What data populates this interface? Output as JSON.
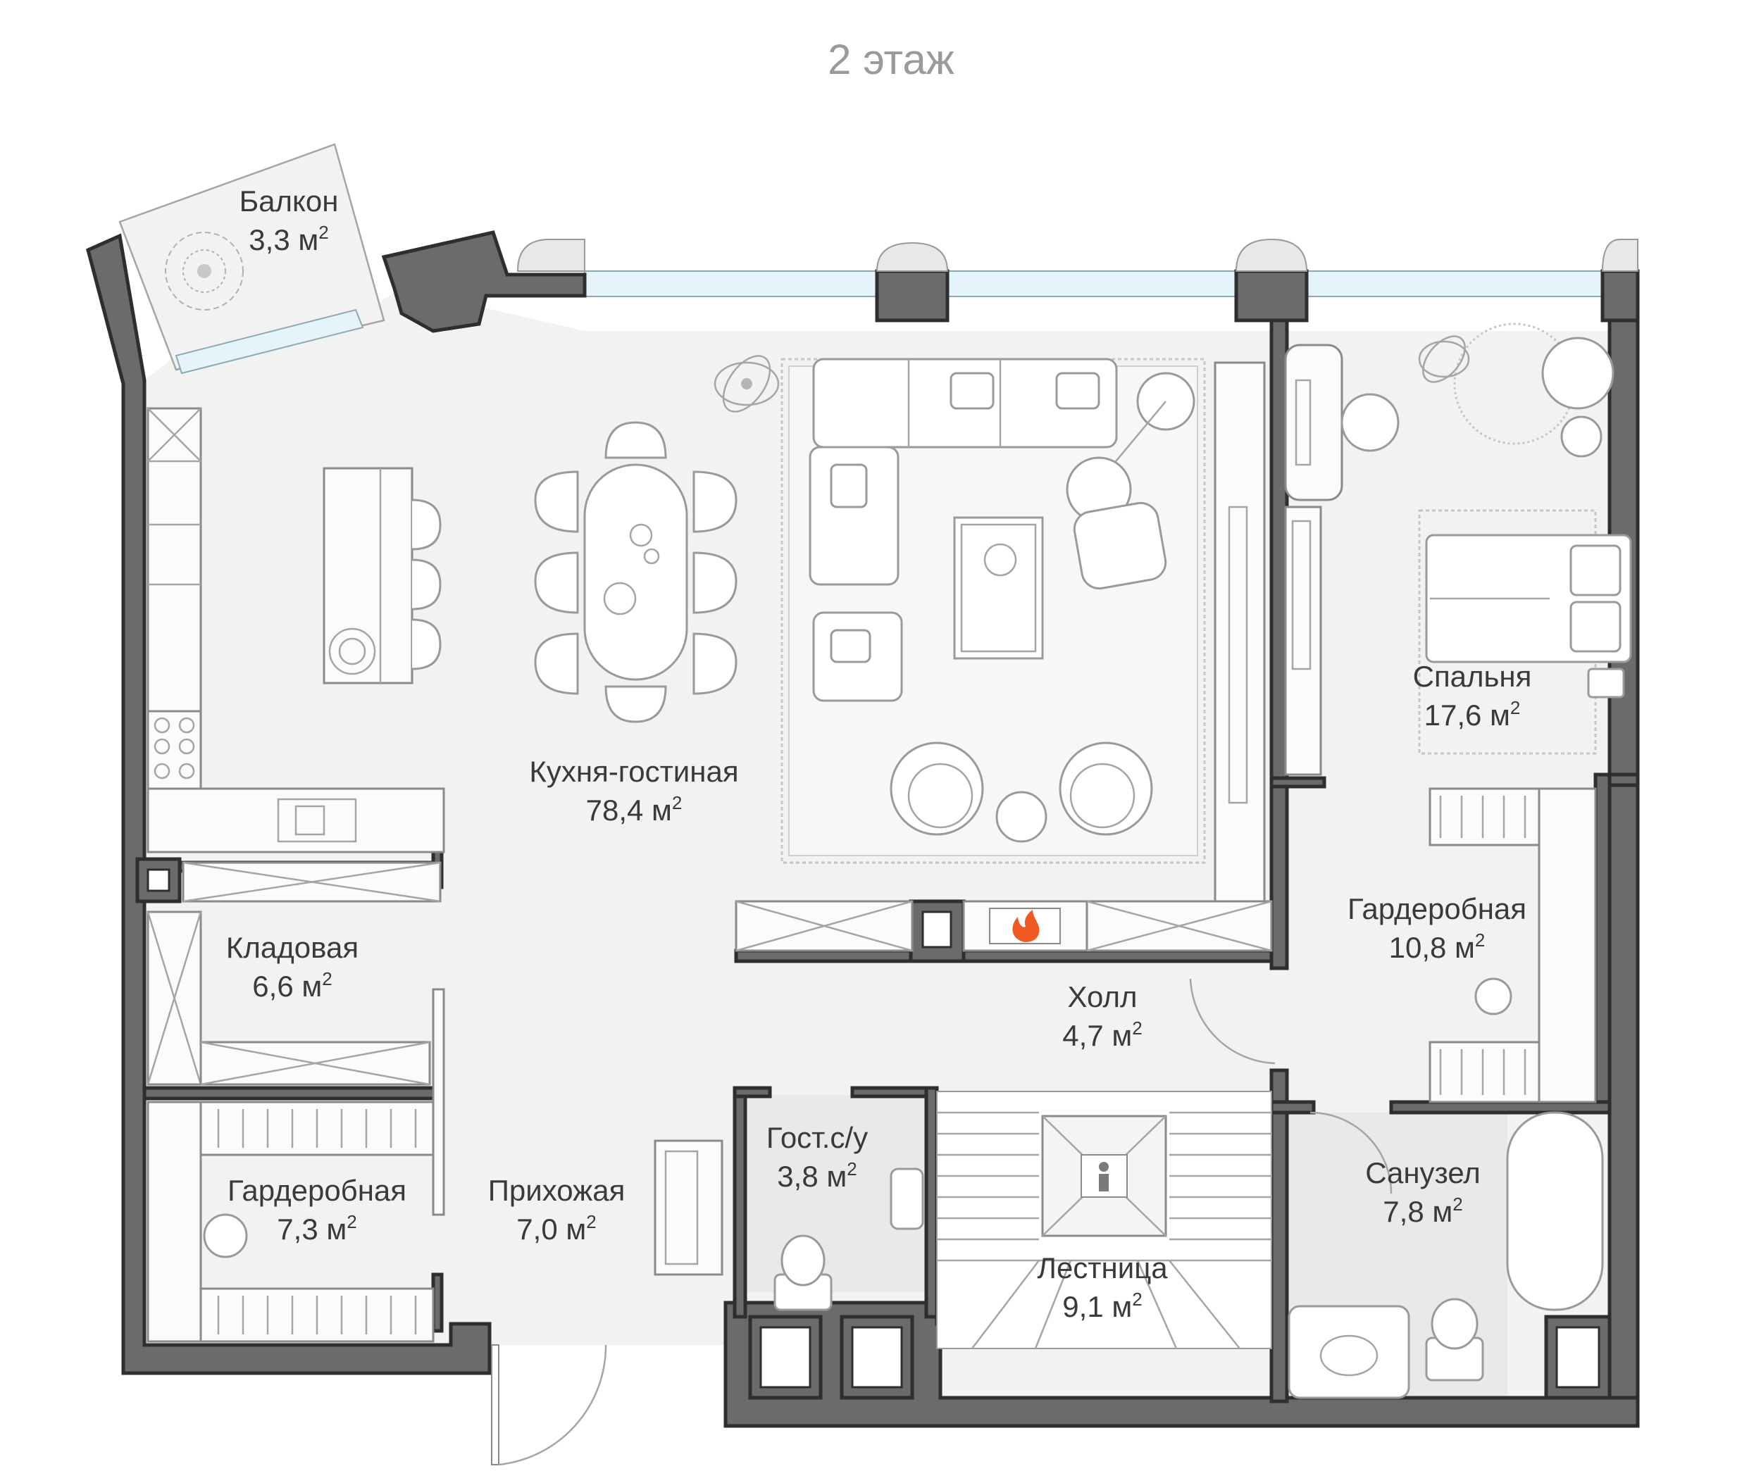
{
  "title": "2 этаж",
  "area_unit": "м",
  "area_exponent": "2",
  "rooms": [
    {
      "id": "balcony",
      "name": "Балкон",
      "area": "3,3"
    },
    {
      "id": "kitchen-living",
      "name": "Кухня-гостиная",
      "area": "78,4"
    },
    {
      "id": "bedroom",
      "name": "Спальня",
      "area": "17,6"
    },
    {
      "id": "wardrobe-right",
      "name": "Гардеробная",
      "area": "10,8"
    },
    {
      "id": "pantry",
      "name": "Кладовая",
      "area": "6,6"
    },
    {
      "id": "hall",
      "name": "Холл",
      "area": "4,7"
    },
    {
      "id": "guest-wc",
      "name": "Гост.с/у",
      "area": "3,8"
    },
    {
      "id": "bathroom",
      "name": "Санузел",
      "area": "7,8"
    },
    {
      "id": "wardrobe-left",
      "name": "Гардеробная",
      "area": "7,3"
    },
    {
      "id": "entrance",
      "name": "Прихожая",
      "area": "7,0"
    },
    {
      "id": "staircase",
      "name": "Лестница",
      "area": "9,1"
    }
  ],
  "colors": {
    "wall": "#6b6b6d",
    "floor": "#f2f2f2",
    "glass": "#e4f4fa",
    "fire": "#f05a22"
  },
  "icons": [
    "fireplace-icon",
    "elevator-icon",
    "plant-icon"
  ]
}
